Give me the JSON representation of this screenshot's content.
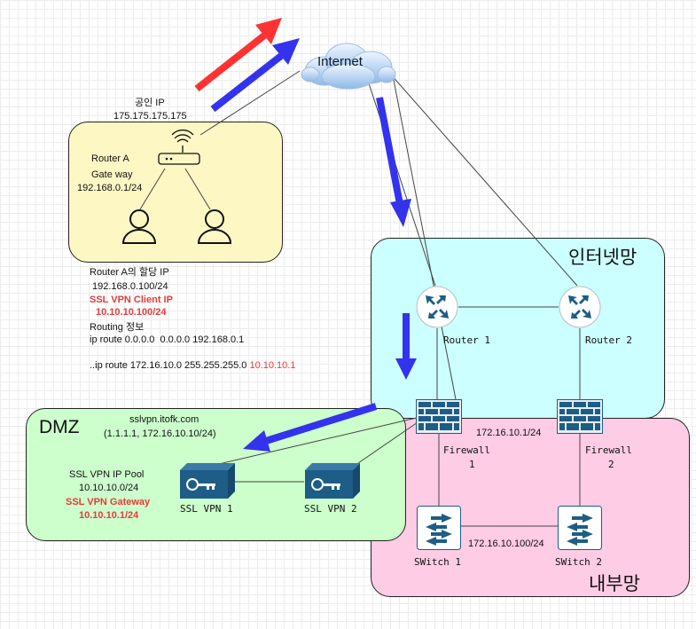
{
  "cloud": {
    "label": "Internet"
  },
  "zones": {
    "internet": {
      "label": "인터넷망"
    },
    "internal": {
      "label": "내부망"
    },
    "dmz": {
      "label": "DMZ"
    }
  },
  "router_a": {
    "public_ip_title": "공인 IP",
    "public_ip": "175.175.175.175",
    "name": "Router A",
    "gateway_label": "Gate way",
    "gateway_ip": "192.168.0.1/24"
  },
  "client_info": {
    "alloc_title": "Router A의 할당 IP",
    "alloc_ip": "192.168.0.100/24",
    "vpn_client_title": "SSL VPN Client IP",
    "vpn_client_ip": "10.10.10.100/24",
    "routing_title": "Routing 정보",
    "route1": "ip route 0.0.0.0  0.0.0.0 192.168.0.1",
    "route2_prefix": "ip route 172.16.10.0 255.255.255.0 ",
    "route2_gateway": "10.10.10.1",
    "ellipsis": "..."
  },
  "dmz_info": {
    "domain": "sslvpn.itofk.com",
    "addresses": "(1.1.1.1, 172.16.10.10/24)",
    "pool_title": "SSL VPN IP Pool",
    "pool": "10.10.10.0/24",
    "gateway_title": "SSL VPN Gateway",
    "gateway_ip": "10.10.10.1/24"
  },
  "devices": {
    "router1": "Router 1",
    "router2": "Router 2",
    "firewall1_l1": "Firewall",
    "firewall1_l2": "1",
    "firewall2_l1": "Firewall",
    "firewall2_l2": "2",
    "switch1": "SWitch 1",
    "switch2": "SWitch 2",
    "vpn1": "SSL VPN 1",
    "vpn2": "SSL VPN 2"
  },
  "subnets": {
    "fw_net": "172.16.10.1/24",
    "sw_net": "172.16.10.100/24"
  },
  "colors": {
    "arrow_red": "#ff3333",
    "arrow_blue": "#3333ee",
    "router_zone": "#fdf7c3",
    "internet_zone": "#ccffff",
    "internal_zone": "#ffcce6",
    "dmz_zone": "#ccffcc",
    "device_blue": "#1d5d86"
  }
}
